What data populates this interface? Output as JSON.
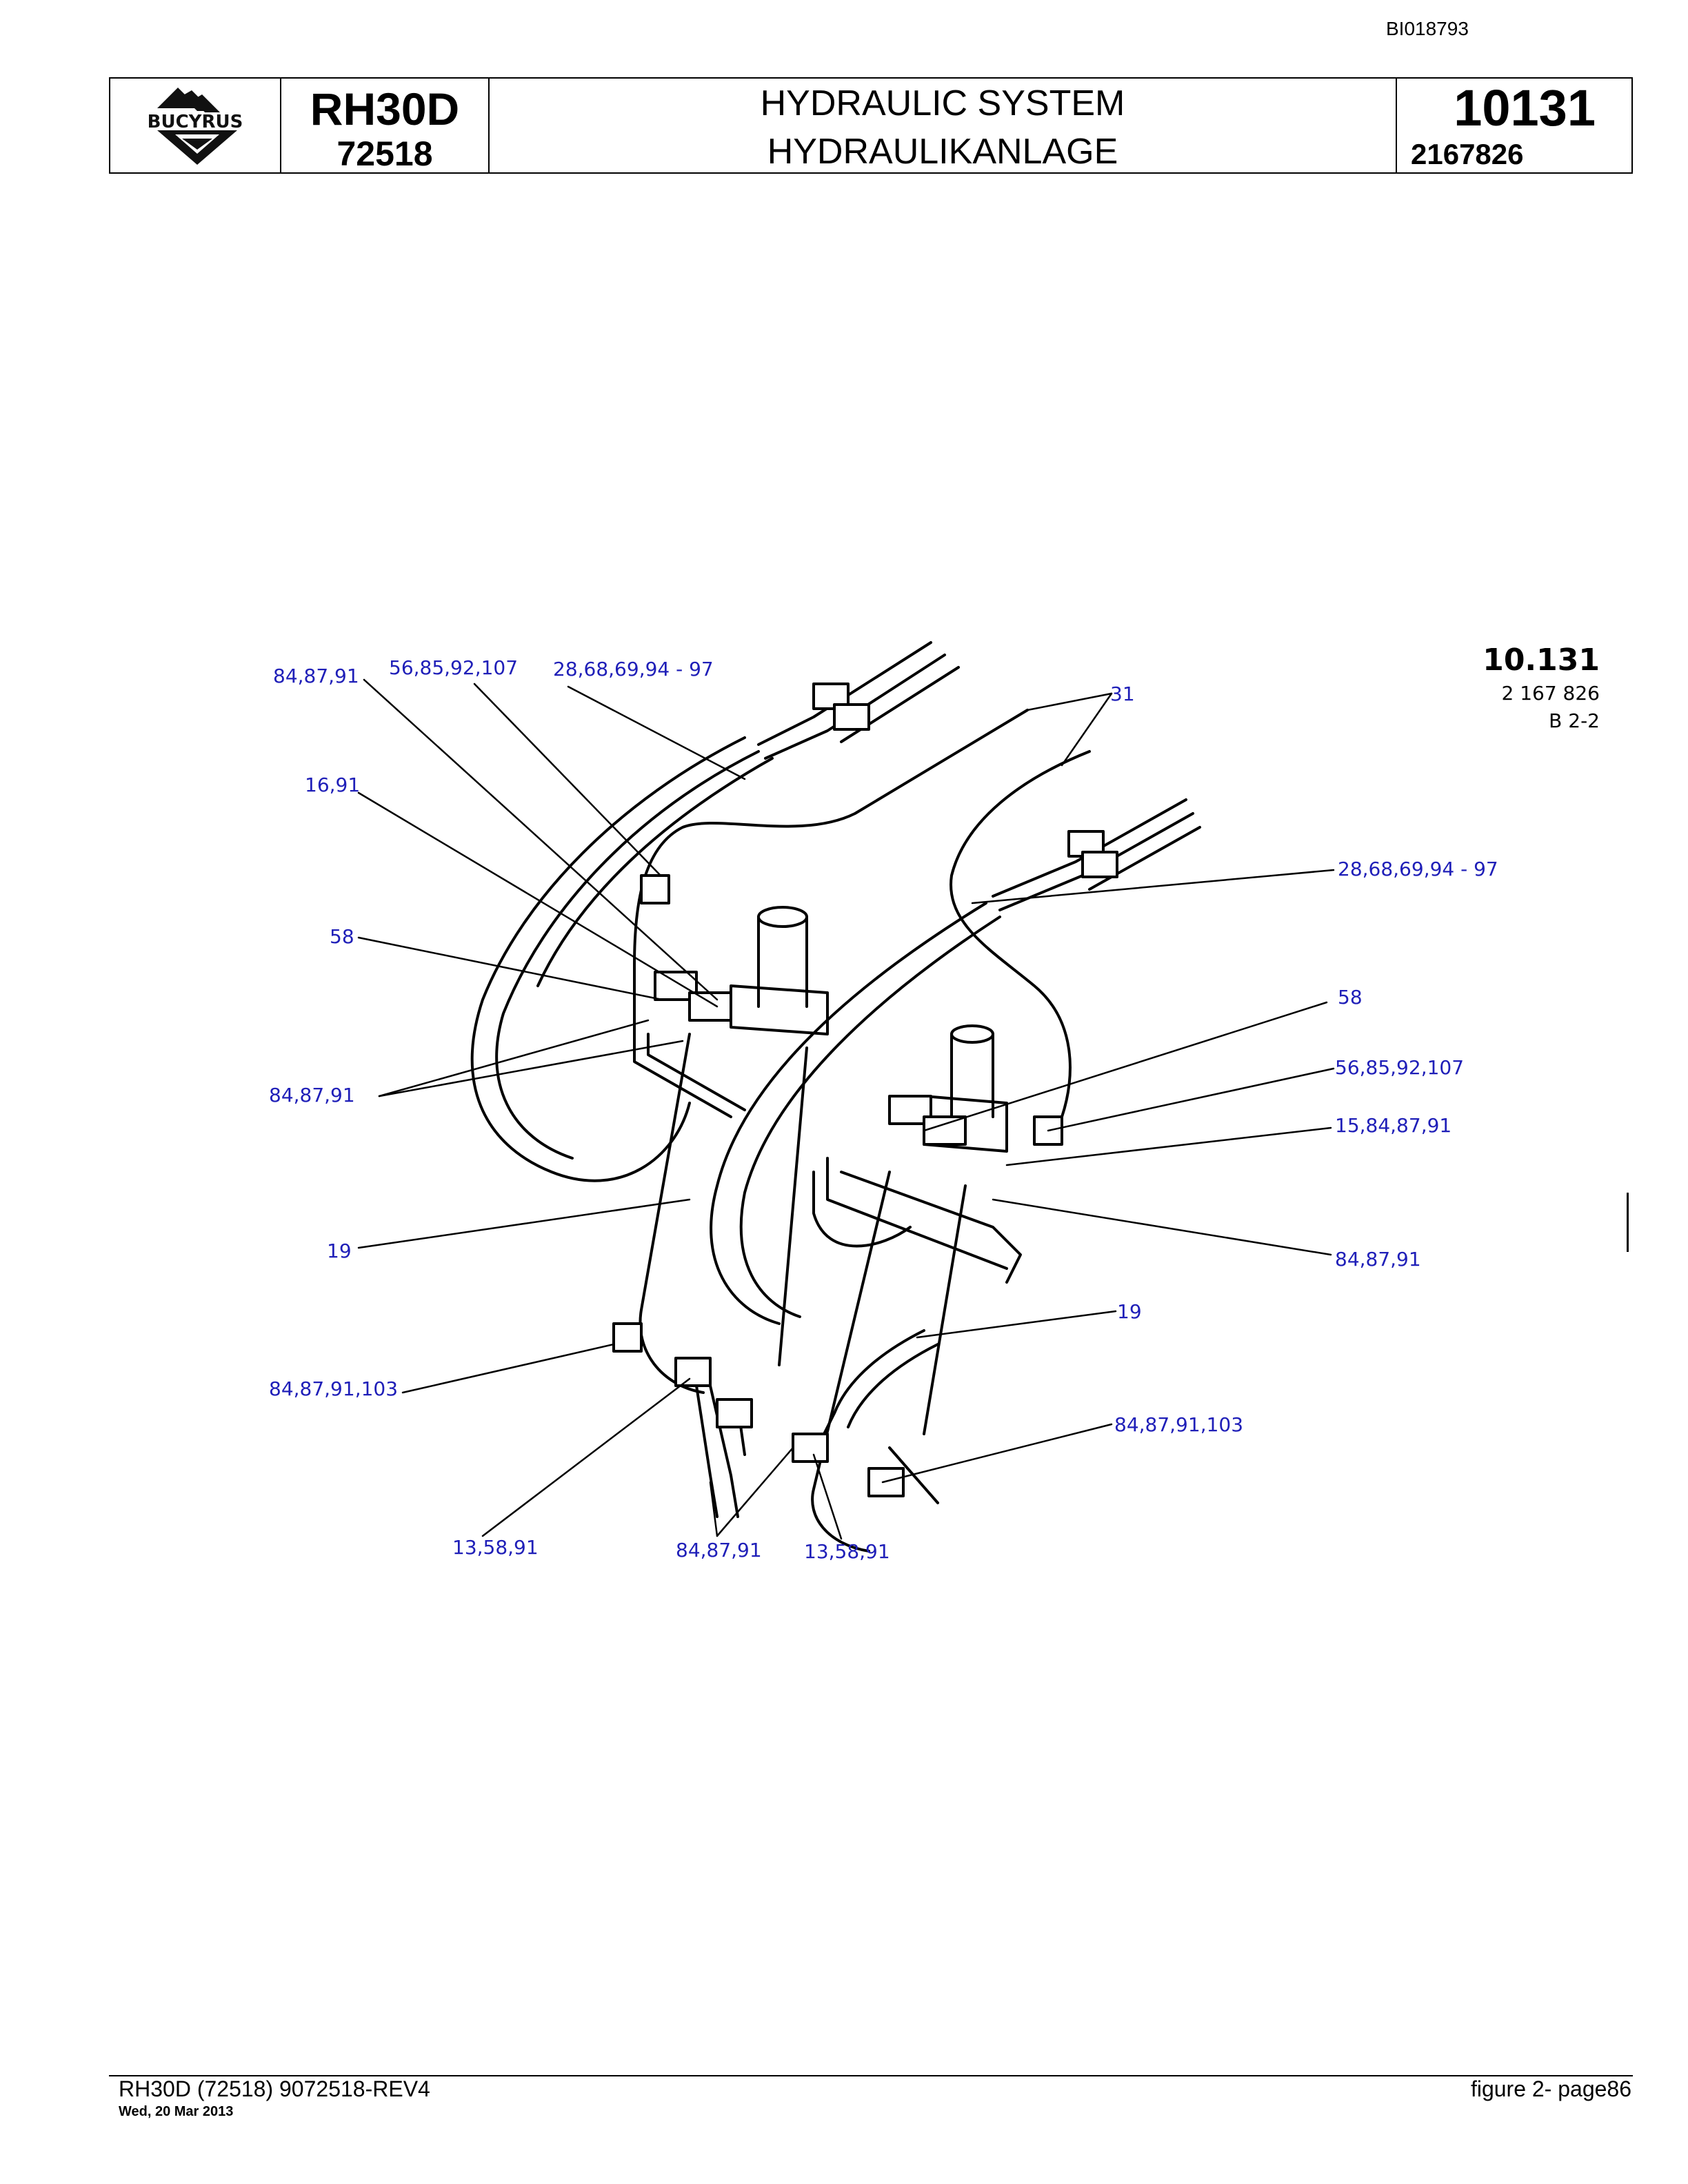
{
  "doc_id": "BI018793",
  "header": {
    "logo_text": "BUCYRUS",
    "model_name": "RH30D",
    "model_number": "72518",
    "title_en": "HYDRAULIC SYSTEM",
    "title_de": "HYDRAULIKANLAGE",
    "section_number": "10131",
    "part_number": "2167826"
  },
  "drawing_ref": {
    "section": "10.131",
    "part": "2 167 826",
    "sheet": "B 2-2"
  },
  "callouts": [
    "84,87,91",
    "56,85,92,107",
    "28,68,69,94 - 97",
    "31",
    "16,91",
    "28,68,69,94 - 97",
    "58",
    "58",
    "56,85,92,107",
    "84,87,91",
    "15,84,87,91",
    "19",
    "84,87,91",
    "19",
    "84,87,91,103",
    "84,87,91,103",
    "13,58,91",
    "84,87,91",
    "13,58,91"
  ],
  "footer": {
    "left": "RH30D (72518) 9072518-REV4",
    "date": "Wed, 20 Mar 2013",
    "right": "figure 2- page86"
  },
  "colors": {
    "callout": "#1f1fb8",
    "line": "#000000"
  }
}
